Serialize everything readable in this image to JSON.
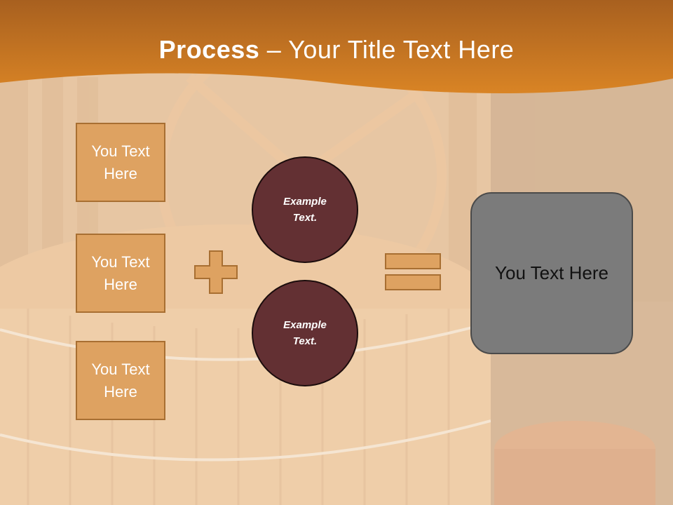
{
  "slide": {
    "title_bold": "Process",
    "title_sep": " – ",
    "title_rest": "Your Title Text Here"
  },
  "inputs": [
    {
      "label": "You Text\nHere"
    },
    {
      "label": "You Text\nHere"
    },
    {
      "label": "You Text\nHere"
    }
  ],
  "examples": [
    {
      "label": "Example\nText."
    },
    {
      "label": "Example\nText."
    }
  ],
  "result": {
    "label": "You Text Here"
  },
  "colors": {
    "title_band": "#d67f26",
    "box_fill": "#dea261",
    "box_border": "#a86f32",
    "circle_fill": "#633033",
    "result_fill": "#7b7b7b"
  },
  "icons": {
    "plus": "plus-icon",
    "equals": "equals-icon"
  }
}
